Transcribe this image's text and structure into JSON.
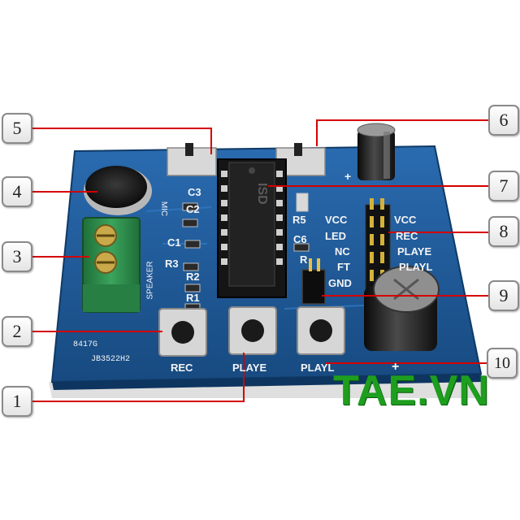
{
  "callouts": [
    "1",
    "2",
    "3",
    "4",
    "5",
    "6",
    "7",
    "8",
    "9",
    "10"
  ],
  "board_labels": {
    "c3": "C3",
    "c2": "C2",
    "c1": "C1",
    "r3": "R3",
    "r2": "R2",
    "r1": "R1",
    "r5": "R5",
    "c6": "C6",
    "r": "R",
    "mic": "MIC",
    "speaker": "SPEAKER",
    "rec": "REC",
    "playe": "PLAYE",
    "playl": "PLAYL",
    "vcc_left": "VCC",
    "led": "LED",
    "nc": "NC",
    "ft": "FT",
    "gnd": "GND",
    "vcc_right": "VCC",
    "rec_right": "REC",
    "playe_right": "PLAYE",
    "playl_right": "PLAYL",
    "code1": "8417G",
    "code2": "JB3522H2",
    "plus_bottom": "+",
    "plus_top": "+"
  },
  "watermark": "TAE.VN",
  "colors": {
    "pcb": "#1f5f9c",
    "terminal": "#2e8b4a",
    "watermark": "#1e9e1e",
    "leader_line": "#d40000"
  }
}
